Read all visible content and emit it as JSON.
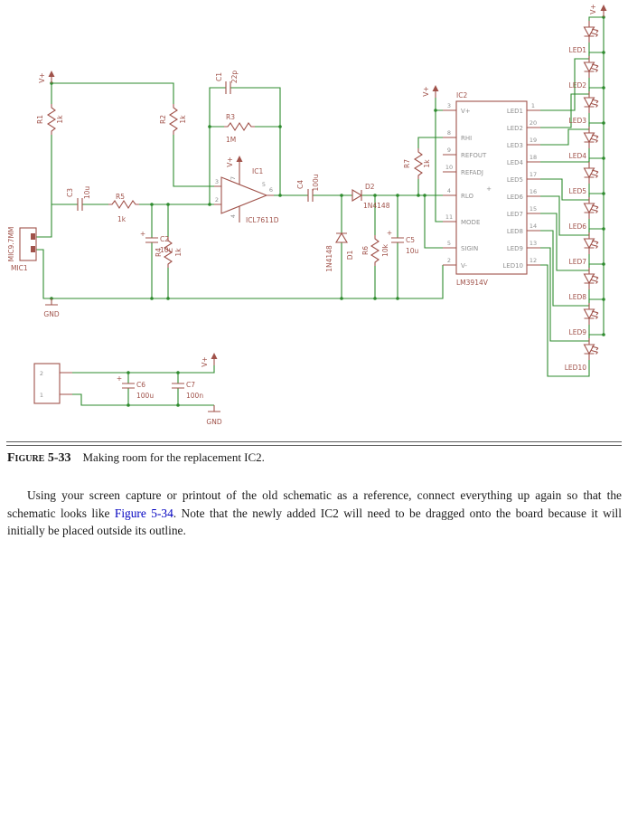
{
  "text": {
    "figure_label": "Figure 5-33",
    "figure_caption": "Making room for the replacement IC2.",
    "para_before": "Using your screen capture or printout of the old schematic as a reference, connect everything up again so that the schematic looks like ",
    "para_link": "Figure 5-34",
    "para_after": ". Note that the newly added IC2 will need to be dragged onto the board because it will initially be placed outside its outline."
  },
  "colors": {
    "wire": "#2e8b2e",
    "symbol": "#a0524a",
    "pin": "#8f8f8f",
    "link": "#0000c0",
    "text": "#1a1a1a"
  },
  "sch": {
    "vplus": "V+",
    "gnd": "GND",
    "plus": "+",
    "components": {
      "r1": {
        "name": "R1",
        "value": "1k"
      },
      "r2": {
        "name": "R2",
        "value": "1k"
      },
      "r3": {
        "name": "R3",
        "value": "1M"
      },
      "r4": {
        "name": "R4",
        "value": "1k"
      },
      "r5": {
        "name": "R5",
        "value": "1k"
      },
      "r6": {
        "name": "R6",
        "value": "10k"
      },
      "r7": {
        "name": "R7",
        "value": "1k"
      },
      "c1": {
        "name": "C1",
        "value": "22p"
      },
      "c2": {
        "name": "C2",
        "value": "10u"
      },
      "c3": {
        "name": "C3",
        "value": "10u"
      },
      "c4": {
        "name": "C4",
        "value": "100u"
      },
      "c5": {
        "name": "C5",
        "value": "10u"
      },
      "c6": {
        "name": "C6",
        "value": "100u"
      },
      "c7": {
        "name": "C7",
        "value": "100n"
      },
      "d1": {
        "name": "D1",
        "value": "1N4148"
      },
      "d2": {
        "name": "D2",
        "value": "1N4148"
      },
      "mic": {
        "name": "MIC1",
        "value": "MIC9.7MM"
      },
      "ic1": {
        "name": "IC1",
        "value": "ICL7611D"
      },
      "ic2": {
        "name": "IC2",
        "value": "LM3914V"
      }
    },
    "ic1_pins": {
      "noninv": "3",
      "inv": "2",
      "vcc": "7",
      "vee": "4",
      "out": "6",
      "bal": "5"
    },
    "ic2_left": [
      {
        "num": "3",
        "label": "V+"
      },
      {
        "num": "8",
        "label": "RHI"
      },
      {
        "num": "9",
        "label": "REFOUT"
      },
      {
        "num": "10",
        "label": "REFADJ"
      },
      {
        "num": "4",
        "label": "RLO"
      },
      {
        "num": "11",
        "label": "MODE"
      },
      {
        "num": "5",
        "label": "SIGIN"
      },
      {
        "num": "2",
        "label": "V-"
      }
    ],
    "ic2_right": [
      {
        "num": "1",
        "label": "LED1"
      },
      {
        "num": "20",
        "label": "LED2"
      },
      {
        "num": "19",
        "label": "LED3"
      },
      {
        "num": "18",
        "label": "LED4"
      },
      {
        "num": "17",
        "label": "LED5"
      },
      {
        "num": "16",
        "label": "LED6"
      },
      {
        "num": "15",
        "label": "LED7"
      },
      {
        "num": "14",
        "label": "LED8"
      },
      {
        "num": "13",
        "label": "LED9"
      },
      {
        "num": "12",
        "label": "LED10"
      }
    ],
    "led_names": [
      "LED1",
      "LED2",
      "LED3",
      "LED4",
      "LED5",
      "LED6",
      "LED7",
      "LED8",
      "LED9",
      "LED10"
    ],
    "connector": {
      "pin2": "2",
      "pin1": "1"
    }
  }
}
